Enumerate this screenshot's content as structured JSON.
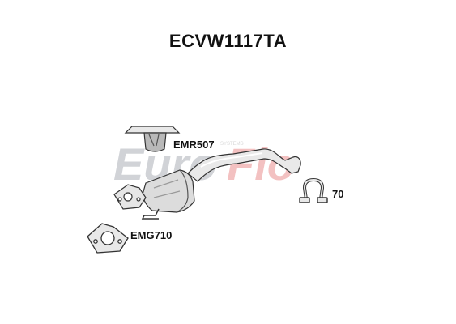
{
  "part_number": "ECVW1117TA",
  "watermark": {
    "brand": "EuroFlo",
    "tagline": "SYSTEMS",
    "colors": {
      "gray": "#c9ccd1",
      "red": "#f2b7b7"
    }
  },
  "components": [
    {
      "id": "mount-rubber",
      "label": "EMR507"
    },
    {
      "id": "clamp",
      "label": "70"
    },
    {
      "id": "gasket",
      "label": "EMG710"
    }
  ],
  "colors": {
    "line": "#333333",
    "fill": "#e8e8e8",
    "shade": "#bdbdbd"
  }
}
